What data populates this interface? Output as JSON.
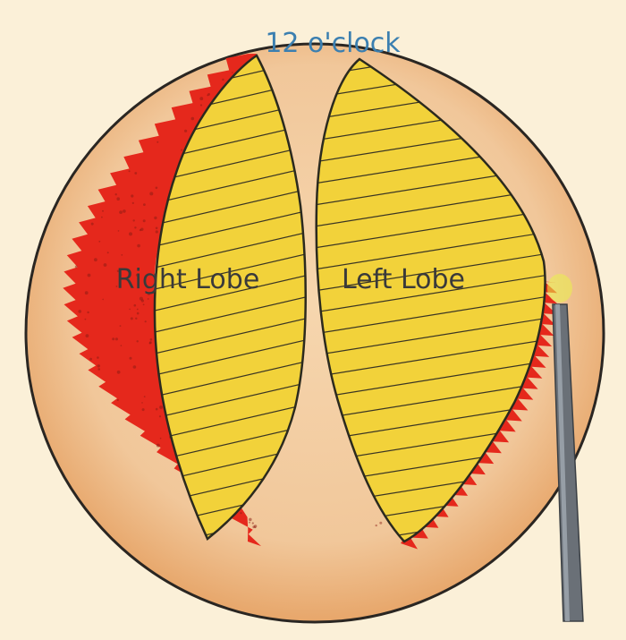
{
  "labels": {
    "top": "12 o'clock",
    "right_lobe": "Right Lobe",
    "left_lobe": "Left Lobe"
  },
  "colors": {
    "background": "#fbf0d8",
    "circle_fill": "#f1c79a",
    "circle_stroke": "#2a2622",
    "lobe_fill": "#f2d23a",
    "lobe_stroke": "#2b2a1e",
    "hatch": "#3a3524",
    "ablation_red": "#e5281c",
    "probe": "#6a7077",
    "probe_tip_glow": "#e9f14a",
    "clock_text": "#3b7fb0",
    "lobe_text": "#3a3a3a"
  },
  "icons": {
    "probe": "ablation-probe-icon"
  }
}
